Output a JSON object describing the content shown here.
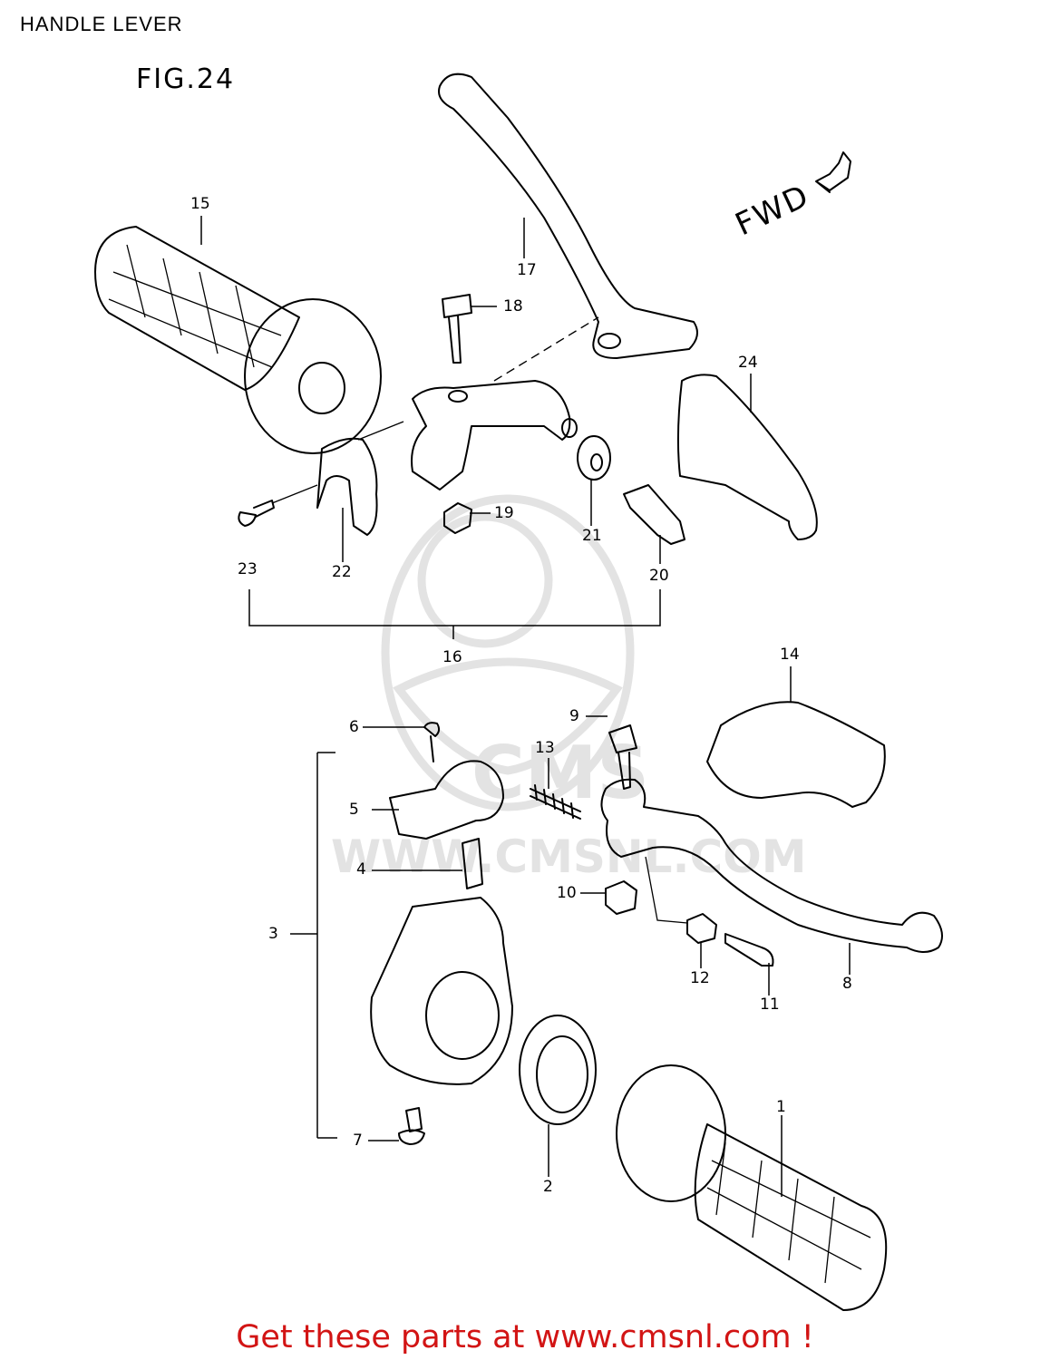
{
  "page_title": "HANDLE LEVER",
  "figure_label": "FIG.24",
  "direction_marker": "FWD",
  "watermark": {
    "logo_text": "CMS",
    "url_text": "WWW.CMSNL.COM"
  },
  "callouts": {
    "c1": "1",
    "c2": "2",
    "c3": "3",
    "c4": "4",
    "c5": "5",
    "c6": "6",
    "c7": "7",
    "c8": "8",
    "c9": "9",
    "c10": "10",
    "c11": "11",
    "c12": "12",
    "c13": "13",
    "c14": "14",
    "c15": "15",
    "c16": "16",
    "c17": "17",
    "c18": "18",
    "c19": "19",
    "c20": "20",
    "c21": "21",
    "c22": "22",
    "c23": "23",
    "c24": "24"
  },
  "footer": "Get these parts at www.cmsnl.com !",
  "colors": {
    "footer": "#d21414",
    "watermark": "#e3e3e3",
    "line": "#000000"
  }
}
